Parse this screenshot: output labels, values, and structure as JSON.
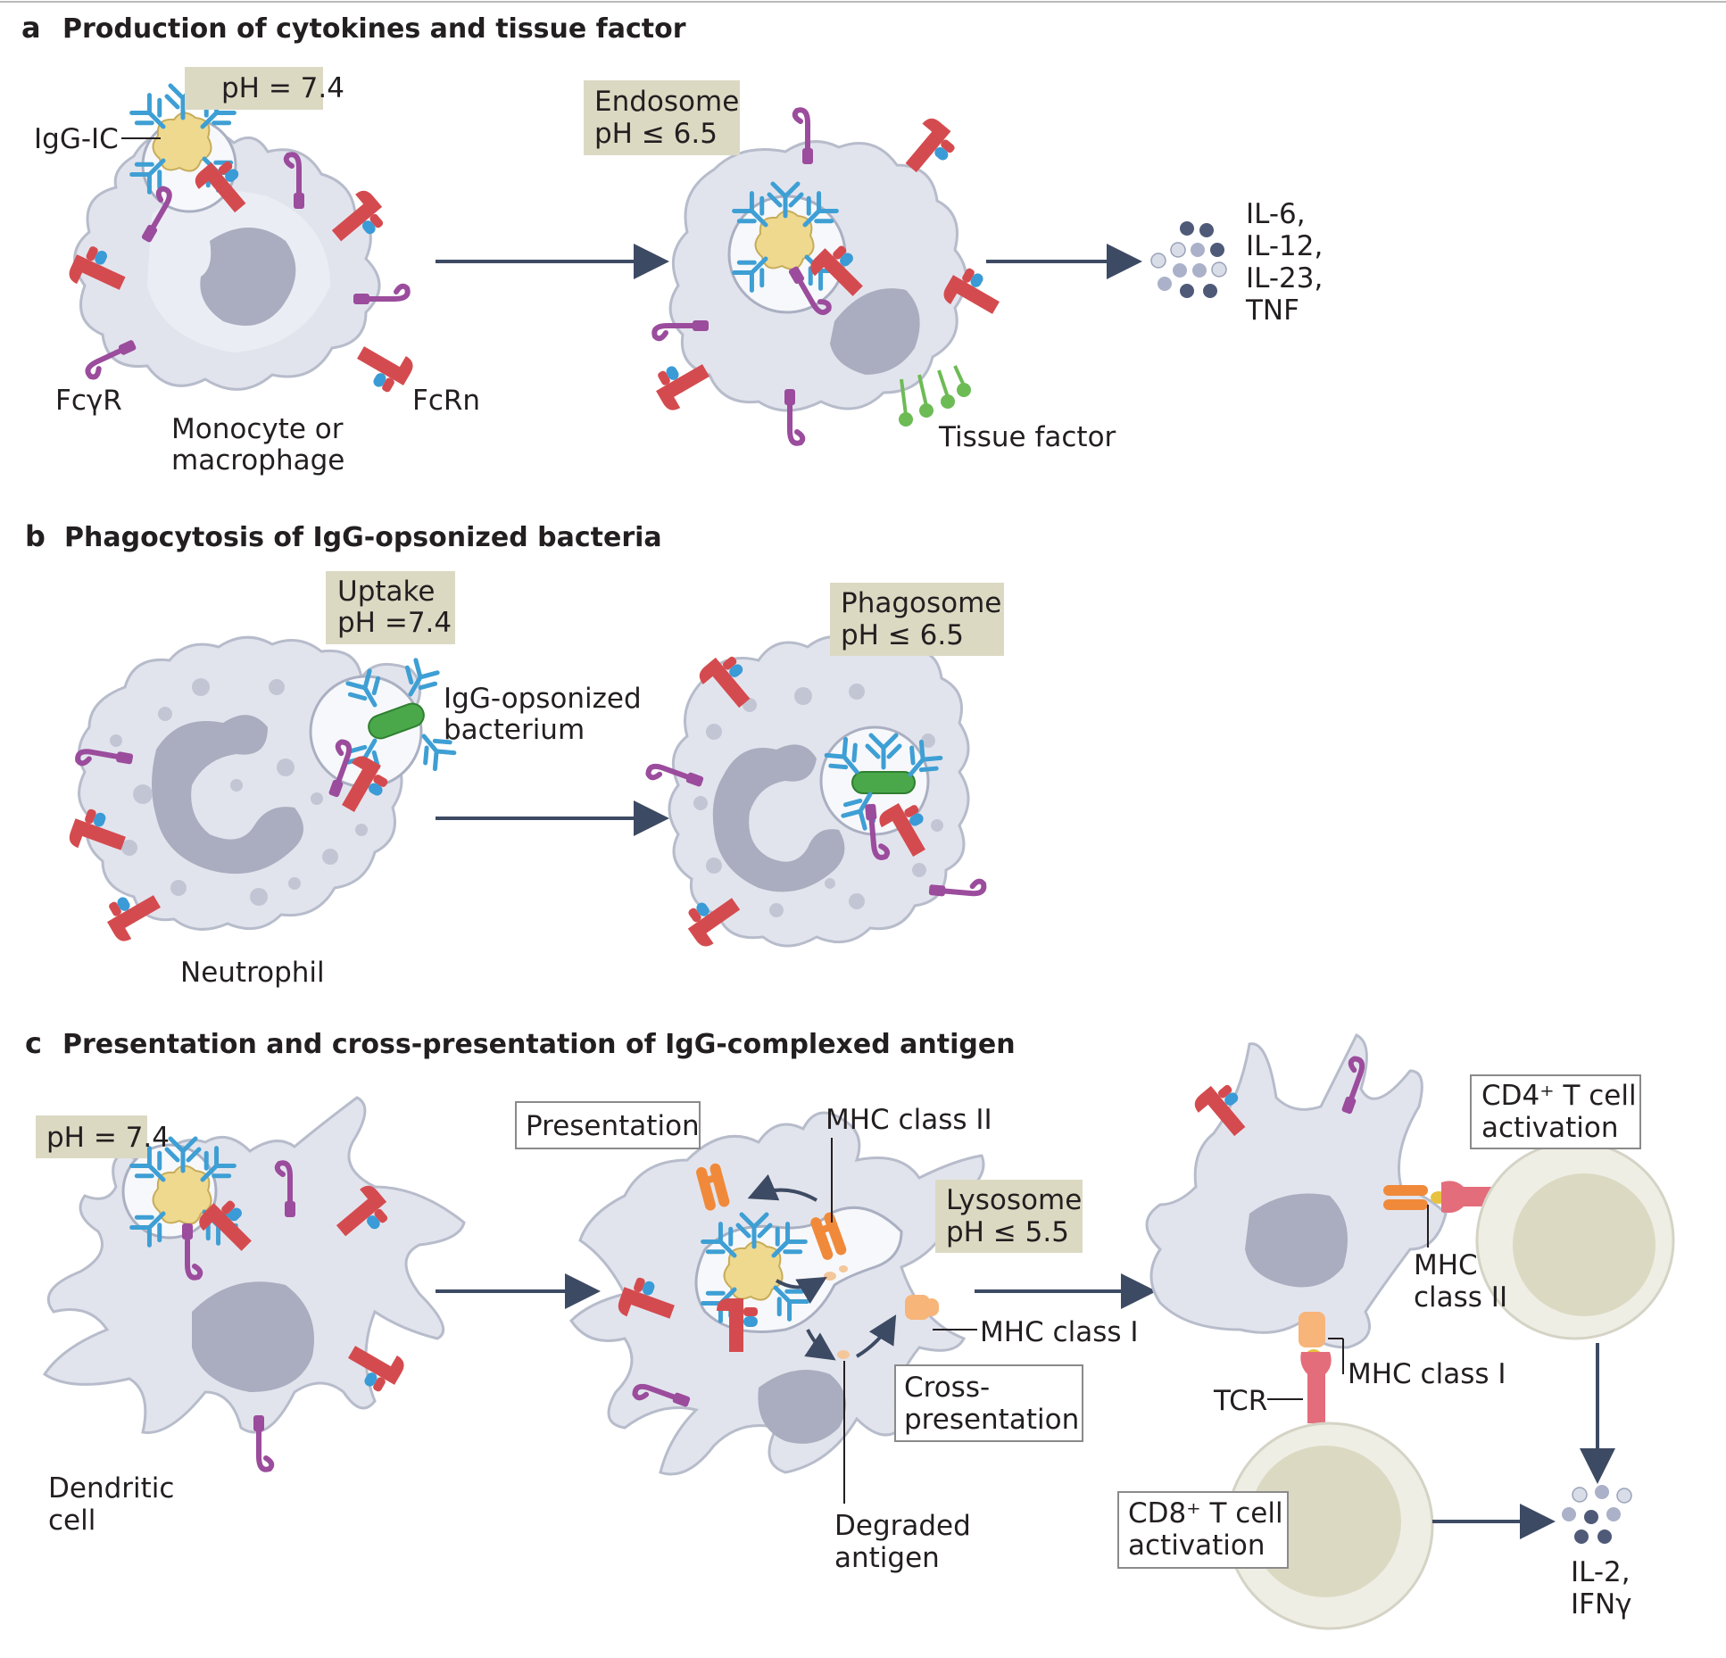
{
  "panel_a": {
    "letter": "a",
    "title": "Production of cytokines and tissue factor",
    "ph_box": "pH = 7.4",
    "endosome_box": [
      "Endosome",
      "pH ≤ 6.5"
    ],
    "igg_ic": "IgG-IC",
    "fcgr": "FcγR",
    "fcrn": "FcRn",
    "cell_label": [
      "Monocyte or",
      "macrophage"
    ],
    "tissue_factor": "Tissue factor",
    "cytokines": [
      "IL-6,",
      "IL-12,",
      "IL-23,",
      "TNF"
    ]
  },
  "panel_b": {
    "letter": "b",
    "title": "Phagocytosis of IgG-opsonized bacteria",
    "uptake_box": [
      "Uptake",
      "pH =7.4"
    ],
    "phagosome_box": [
      "Phagosome",
      "pH ≤ 6.5"
    ],
    "bacterium": [
      "IgG-opsonized",
      "bacterium"
    ],
    "cell_label": "Neutrophil"
  },
  "panel_c": {
    "letter": "c",
    "title": "Presentation and cross-presentation of IgG-complexed antigen",
    "ph_box": "pH = 7.4",
    "presentation": "Presentation",
    "mhc2_top": "MHC class II",
    "lysosome_box": [
      "Lysosome",
      "pH ≤ 5.5"
    ],
    "mhc1_mid": "MHC class I",
    "cross_presentation": [
      "Cross-",
      "presentation"
    ],
    "degraded_antigen": [
      "Degraded",
      "antigen"
    ],
    "cell_label": [
      "Dendritic",
      "cell"
    ],
    "cd4": [
      "CD4⁺ T cell",
      "activation"
    ],
    "mhc2_right": [
      "MHC",
      "class II"
    ],
    "mhc1_right": "MHC class I",
    "tcr": "TCR",
    "cd8": [
      "CD8⁺ T cell",
      "activation"
    ],
    "cytokines": [
      "IL-2,",
      "IFNγ"
    ]
  }
}
